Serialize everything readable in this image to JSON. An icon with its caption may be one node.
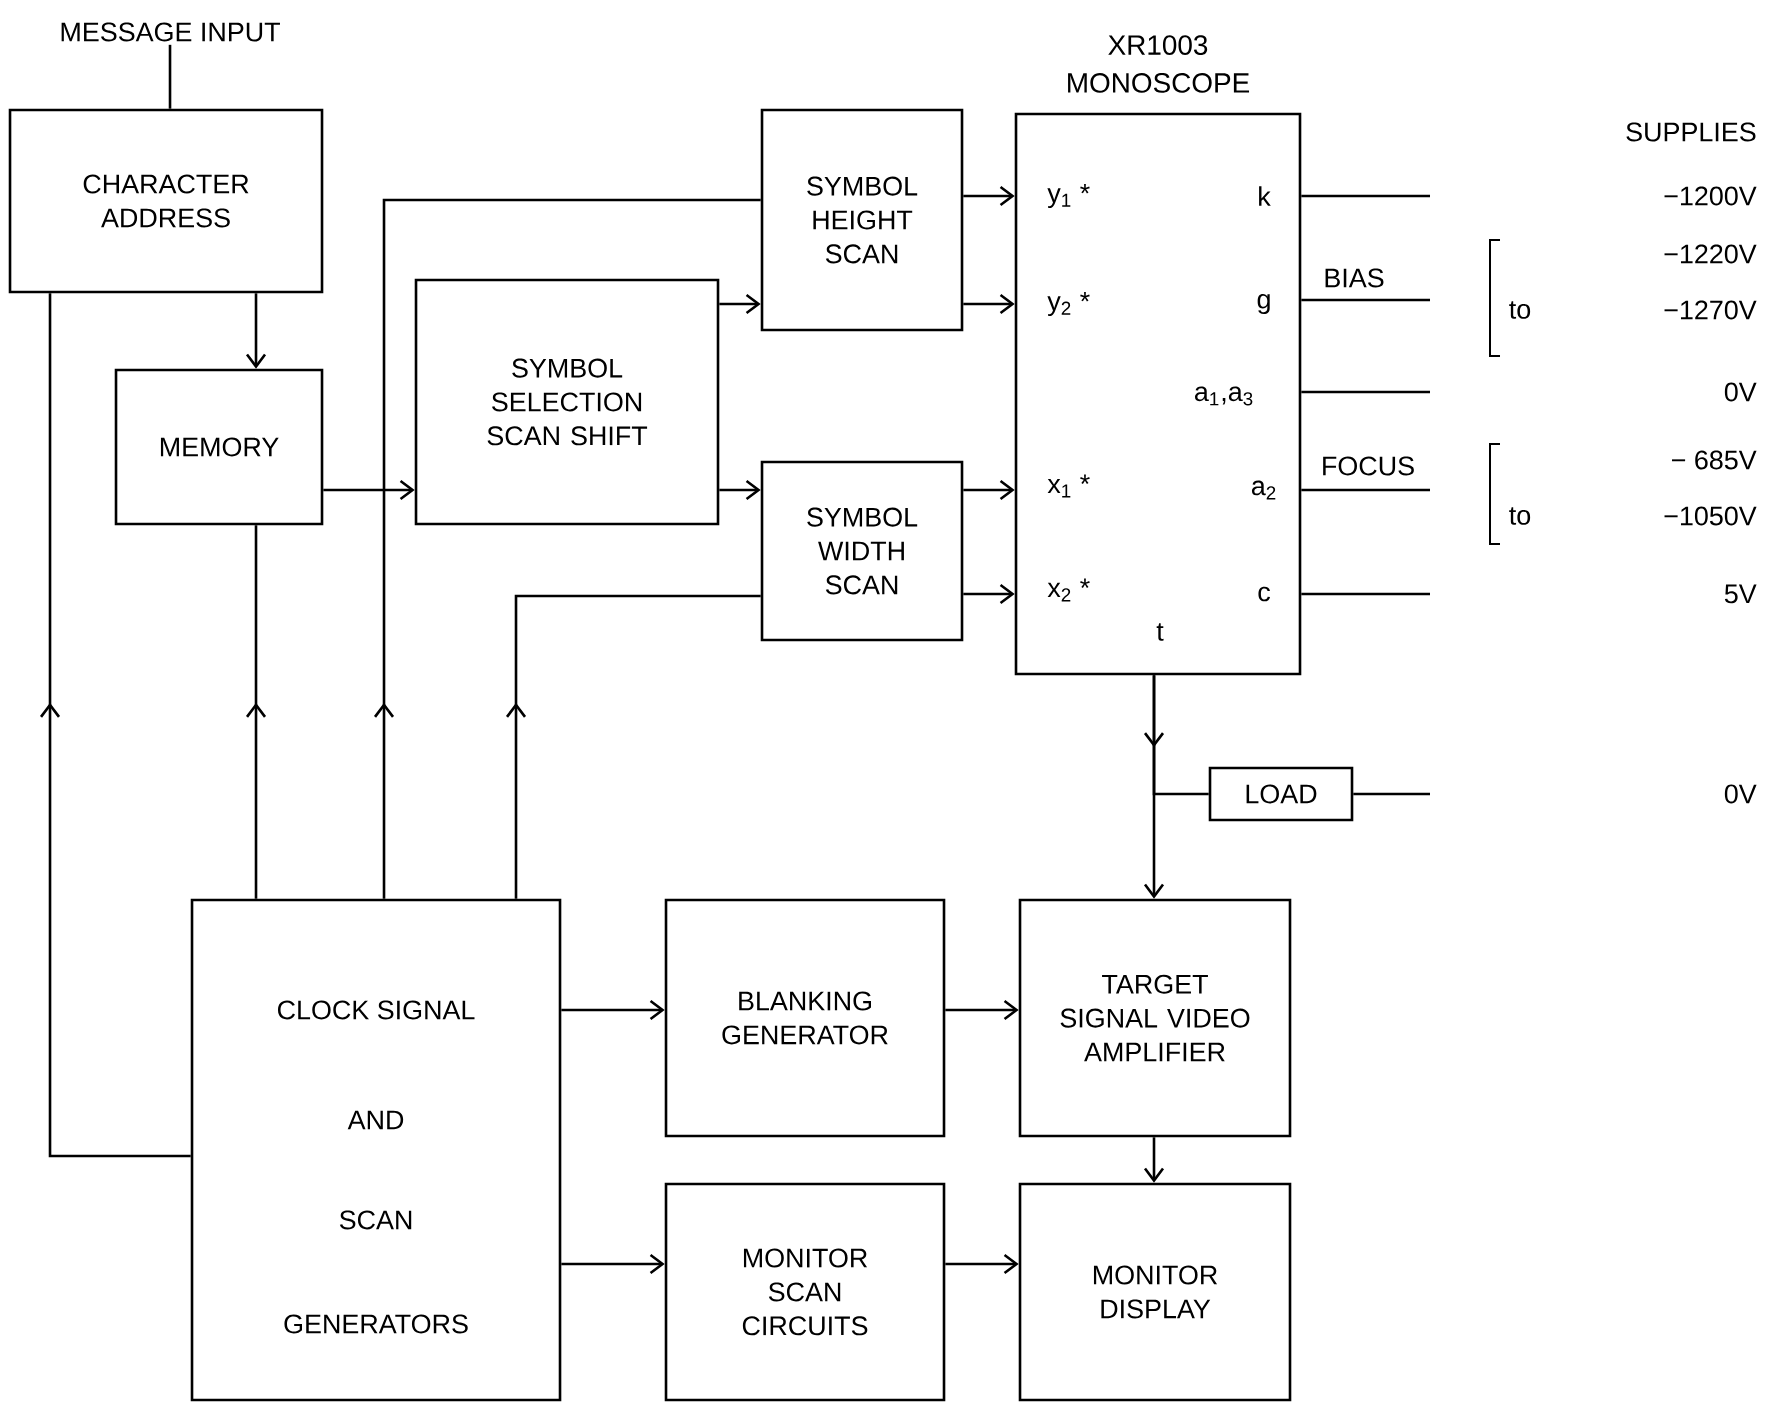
{
  "diagram": {
    "nodes": [
      {
        "text": [
          "MESSAGE INPUT"
        ]
      },
      {
        "text": [
          "CHARACTER ADDRESS"
        ]
      },
      {
        "text": [
          "MEMORY"
        ]
      },
      {
        "text": [
          "SYMBOL SELECTION SCAN SHIFT"
        ]
      },
      {
        "text": [
          "SYMBOL HEIGHT SCAN"
        ]
      },
      {
        "text": [
          "SYMBOL WIDTH SCAN"
        ]
      },
      {
        "text": [
          "XR1003 MONOSCOPE"
        ]
      },
      {
        "text": [
          "LOAD"
        ]
      },
      {
        "text": [
          "CLOCK SIGNAL",
          "AND",
          "SCAN",
          "GENERATORS"
        ]
      },
      {
        "text": [
          "BLANKING GENERATOR"
        ]
      },
      {
        "text": [
          "TARGET SIGNAL VIDEO AMPLIFIER"
        ]
      },
      {
        "text": [
          "MONITOR SCAN CIRCUITS"
        ]
      },
      {
        "text": [
          "MONITOR DISPLAY"
        ]
      }
    ],
    "edges": [
      {
        "from": 0,
        "to": 1,
        "arrow": "none"
      },
      {
        "from": 1,
        "to": 2,
        "arrow": "to"
      },
      {
        "from": 2,
        "to": 3,
        "arrow": "to"
      },
      {
        "from": 3,
        "to": 4,
        "arrow": "to"
      },
      {
        "from": 3,
        "to": 5,
        "arrow": "to"
      },
      {
        "from": 4,
        "to": 6,
        "arrow": "to"
      },
      {
        "from": 4,
        "to": 6,
        "arrow": "to"
      },
      {
        "from": 5,
        "to": 6,
        "arrow": "to"
      },
      {
        "from": 5,
        "to": 6,
        "arrow": "to"
      },
      {
        "from": 8,
        "to": 1,
        "arrow": "to"
      },
      {
        "from": 8,
        "to": 2,
        "arrow": "to"
      },
      {
        "from": 8,
        "to": 4,
        "arrow": "to"
      },
      {
        "from": 8,
        "to": 5,
        "arrow": "to"
      },
      {
        "from": 6,
        "to": null,
        "arrow": "none"
      },
      {
        "from": 6,
        "to": null,
        "arrow": "none",
        "label": "BIAS"
      },
      {
        "from": 6,
        "to": null,
        "arrow": "none"
      },
      {
        "from": 6,
        "to": null,
        "arrow": "none",
        "label": "FOCUS"
      },
      {
        "from": 6,
        "to": null,
        "arrow": "none"
      },
      {
        "from": 6,
        "to": 10,
        "arrow": "to"
      },
      {
        "from": 6,
        "to": 7,
        "arrow": "none"
      },
      {
        "from": 7,
        "to": null,
        "arrow": "none"
      },
      {
        "from": 8,
        "to": 9,
        "arrow": "to"
      },
      {
        "from": 9,
        "to": 10,
        "arrow": "to"
      },
      {
        "from": 10,
        "to": 12,
        "arrow": "to"
      },
      {
        "from": 8,
        "to": 11,
        "arrow": "to"
      },
      {
        "from": 11,
        "to": 12,
        "arrow": "to"
      }
    ],
    "labels": [
      "y$_{1}$ *",
      "k",
      "y$_{2}$ *",
      "g",
      "a$_{1}$,a$_{3}$",
      "x$_{1}$ *",
      "a$_{2}$",
      "x$_{2}$ *",
      "c",
      "t",
      "SUPPLIES",
      "−1200V",
      "−1220V",
      "to",
      "−1270V",
      "0V",
      "− 685V",
      "to",
      "−1050V",
      "5V",
      "0V"
    ]
  }
}
